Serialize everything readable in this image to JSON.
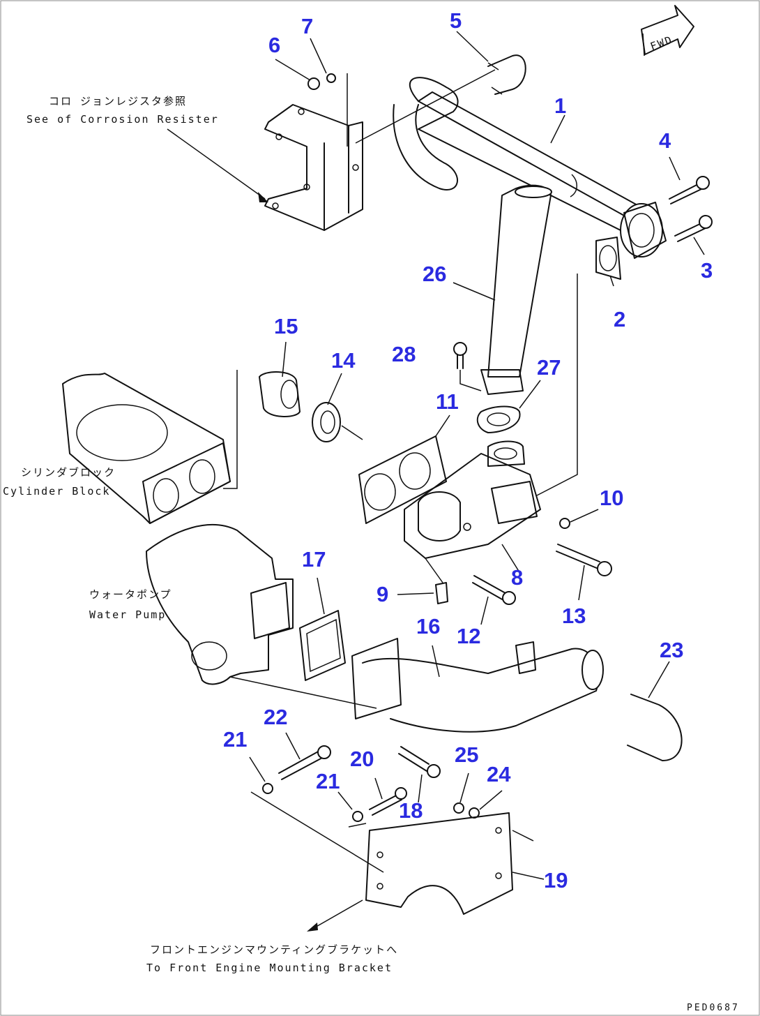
{
  "diagram": {
    "callouts": [
      {
        "id": "c1",
        "text": "1"
      },
      {
        "id": "c2",
        "text": "2"
      },
      {
        "id": "c3",
        "text": "3"
      },
      {
        "id": "c4",
        "text": "4"
      },
      {
        "id": "c5",
        "text": "5"
      },
      {
        "id": "c6",
        "text": "6"
      },
      {
        "id": "c7",
        "text": "7"
      },
      {
        "id": "c8",
        "text": "8"
      },
      {
        "id": "c9",
        "text": "9"
      },
      {
        "id": "c10",
        "text": "10"
      },
      {
        "id": "c11",
        "text": "11"
      },
      {
        "id": "c12",
        "text": "12"
      },
      {
        "id": "c13",
        "text": "13"
      },
      {
        "id": "c14",
        "text": "14"
      },
      {
        "id": "c15",
        "text": "15"
      },
      {
        "id": "c16",
        "text": "16"
      },
      {
        "id": "c17",
        "text": "17"
      },
      {
        "id": "c18",
        "text": "18"
      },
      {
        "id": "c19",
        "text": "19"
      },
      {
        "id": "c20",
        "text": "20"
      },
      {
        "id": "c21a",
        "text": "21"
      },
      {
        "id": "c21b",
        "text": "21"
      },
      {
        "id": "c22",
        "text": "22"
      },
      {
        "id": "c23",
        "text": "23"
      },
      {
        "id": "c24",
        "text": "24"
      },
      {
        "id": "c25",
        "text": "25"
      },
      {
        "id": "c26",
        "text": "26"
      },
      {
        "id": "c27",
        "text": "27"
      },
      {
        "id": "c28",
        "text": "28"
      }
    ],
    "notes": {
      "corrosion_jp": "コロ ジョンレジスタ参照",
      "corrosion_en": "See of Corrosion Resister",
      "cylinder_jp": "シリンダブロック",
      "cylinder_en": "Cylinder Block",
      "pump_jp": "ウォータポンプ",
      "pump_en": "Water Pump",
      "bracket_jp": "フロントエンジンマウンティングブラケットへ",
      "bracket_en": "To Front Engine Mounting Bracket"
    },
    "fwd_label": "FWD",
    "page_code": "PED0687",
    "colors": {
      "callout": "#2a2ae0",
      "line": "#111111",
      "background": "#ffffff"
    }
  }
}
